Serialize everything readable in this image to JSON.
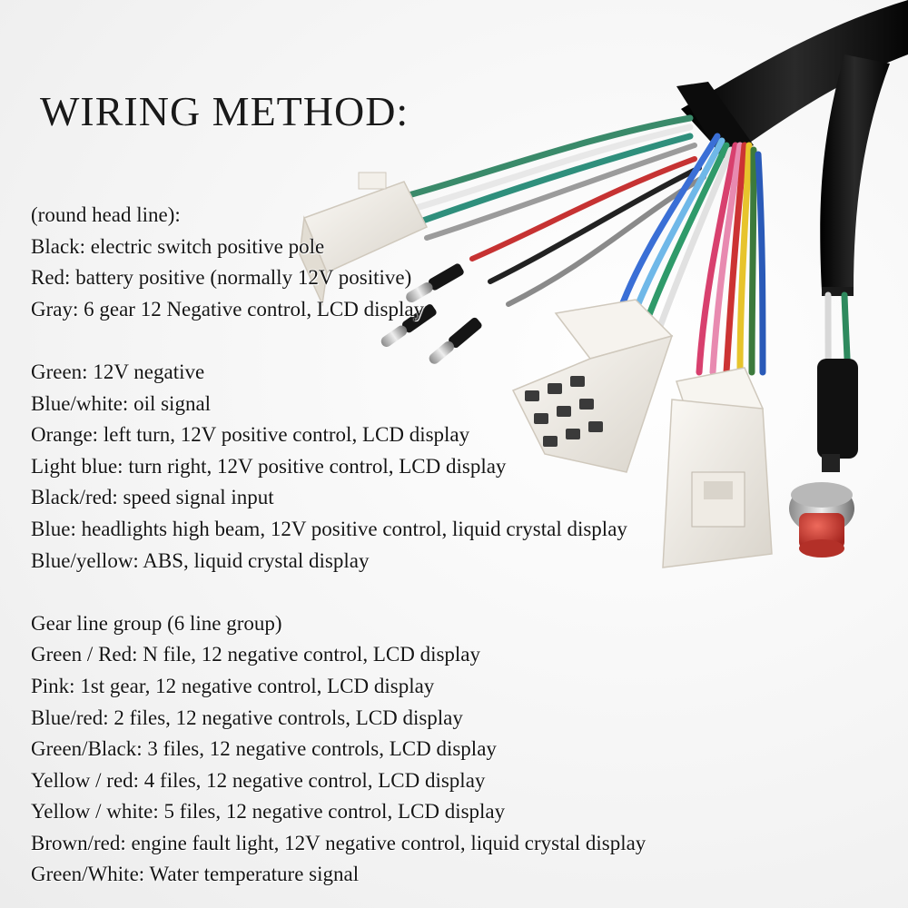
{
  "title": "WIRING METHOD:",
  "lines": [
    "(round head line):",
    "Black: electric switch positive pole",
    "Red: battery positive (normally 12V positive)",
    "Gray: 6 gear 12 Negative control, LCD display",
    "",
    "Green: 12V negative",
    "Blue/white: oil signal",
    "Orange: left turn, 12V positive control, LCD display",
    "Light blue: turn right, 12V positive control, LCD display",
    "Black/red: speed signal input",
    "Blue: headlights high beam, 12V positive control, liquid crystal display",
    "Blue/yellow: ABS, liquid crystal display",
    "",
    "Gear line group (6 line group)",
    "Green / Red: N file, 12 negative control, LCD display",
    "Pink: 1st gear, 12 negative control, LCD display",
    "Blue/red: 2 files, 12 negative controls, LCD display",
    "Green/Black: 3 files, 12 negative controls, LCD display",
    "Yellow / red: 4 files, 12 negative control, LCD display",
    "Yellow / white: 5 files, 12 negative control, LCD display",
    "Brown/red: engine fault light, 12V negative control, liquid crystal display",
    "Green/White: Water temperature signal"
  ],
  "colors": {
    "text": "#151515",
    "sheath": "#111111",
    "connector": "#f1ede6",
    "button": "#c8352c"
  }
}
